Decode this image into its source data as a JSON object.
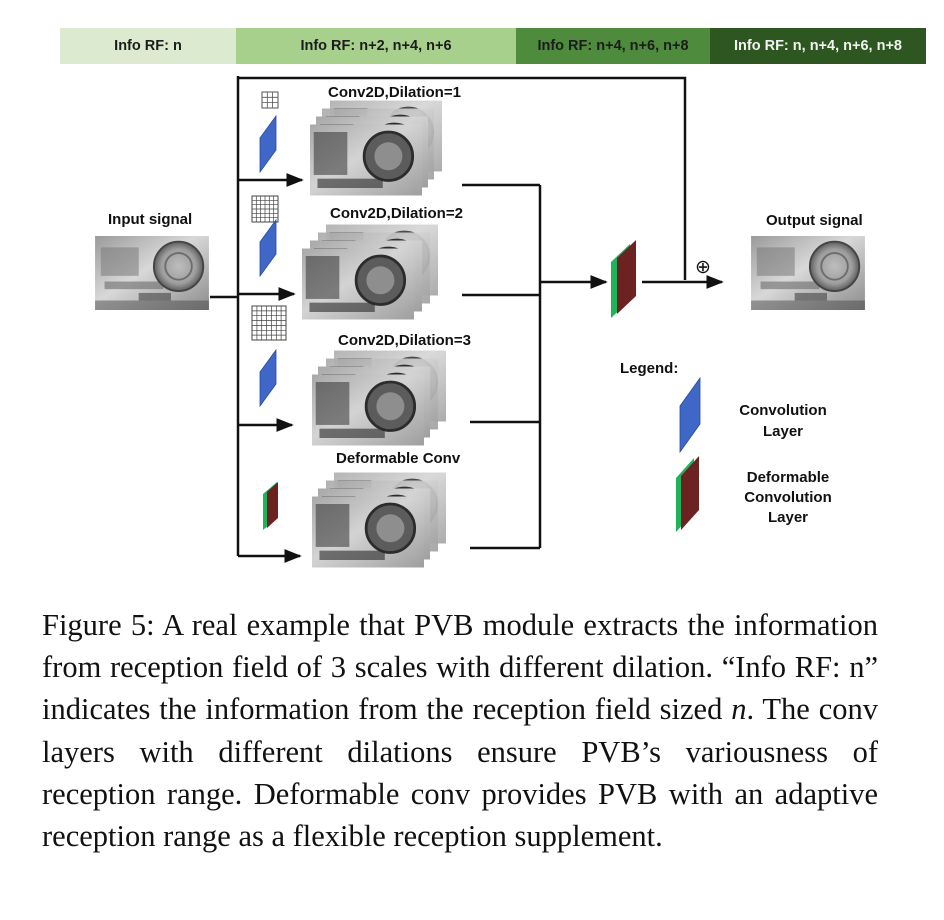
{
  "rf_bands": [
    {
      "label": "Info RF: n",
      "color": "#dcebd0"
    },
    {
      "label": "Info RF:  n+2, n+4, n+6",
      "color": "#a8d08d"
    },
    {
      "label": "Info RF:  n+4, n+6, n+8",
      "color": "#4e8b3c"
    },
    {
      "label": "Info RF: n, n+4, n+6, n+8",
      "color": "#2d5620"
    }
  ],
  "input_label": "Input signal",
  "output_label": "Output signal",
  "branches": [
    {
      "label": "Conv2D,Dilation=1"
    },
    {
      "label": "Conv2D,Dilation=2"
    },
    {
      "label": "Conv2D,Dilation=3"
    },
    {
      "label": "Deformable Conv"
    }
  ],
  "sum_symbol": "⊕",
  "legend": {
    "title": "Legend:",
    "conv_line1": "Convolution",
    "conv_line2": "Layer",
    "deform_line1": "Deformable",
    "deform_line2": "Convolution",
    "deform_line3": "Layer"
  },
  "colors": {
    "conv_layer": "#3f67c8",
    "deform_layer": "#6b2220",
    "deform_edge": "#1fb35a"
  },
  "caption": {
    "prefix": "Figure 5:  A real example that PVB module extracts the information from reception field of 3 scales with different dilation.  “Info RF: n” indicates the information from the reception field sized ",
    "math": "n",
    "suffix": ".  The conv layers with different dilations ensure PVB’s variousness of reception range.  Deformable conv provides PVB with an adaptive reception range as a flexible reception supplement."
  }
}
